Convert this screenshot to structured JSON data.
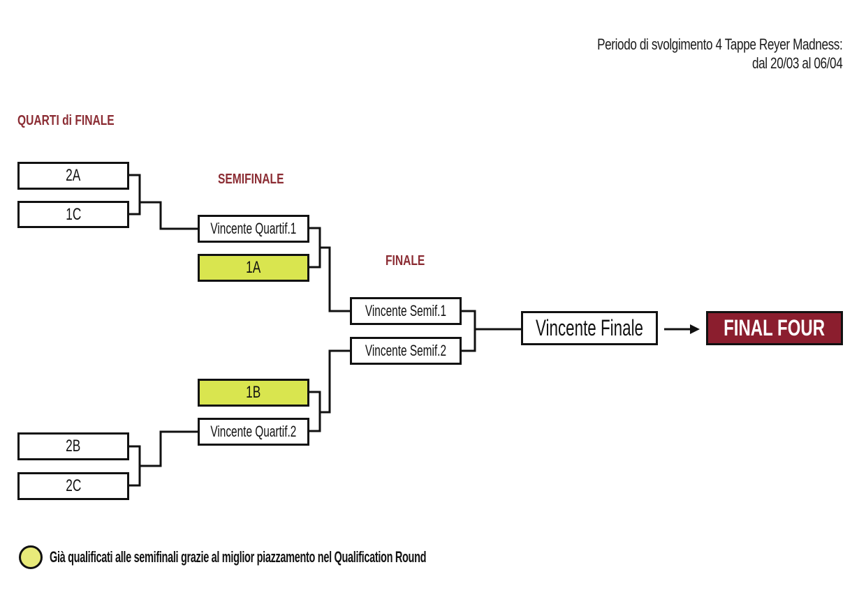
{
  "header": {
    "line1": "Periodo di svolgimento 4 Tappe Reyer Madness:",
    "line2": "dal 20/03 al 06/04"
  },
  "stages": {
    "quarters": "QUARTI di FINALE",
    "semis": "SEMIFINALE",
    "final": "FINALE"
  },
  "bracket": {
    "quarters": {
      "q1_team1": "2A",
      "q1_team2": "1C",
      "q2_team1": "2B",
      "q2_team2": "2C"
    },
    "semis": {
      "s1_slot1": "Vincente Quartif.1",
      "s1_slot2": "1A",
      "s2_slot1": "1B",
      "s2_slot2": "Vincente Quartif.2"
    },
    "final": {
      "slot1": "Vincente Semif.1",
      "slot2": "Vincente Semif.2"
    },
    "winner": "Vincente Finale",
    "destination": "FINAL FOUR"
  },
  "colors": {
    "accent": "#8b2c33",
    "qualified": "#d9e54f",
    "final_four_bg": "#8b1e2e"
  },
  "legend": {
    "icon": "yellow-circle",
    "text": "Già qualificati alle semifinali grazie al miglior piazzamento nel Qualification Round"
  }
}
